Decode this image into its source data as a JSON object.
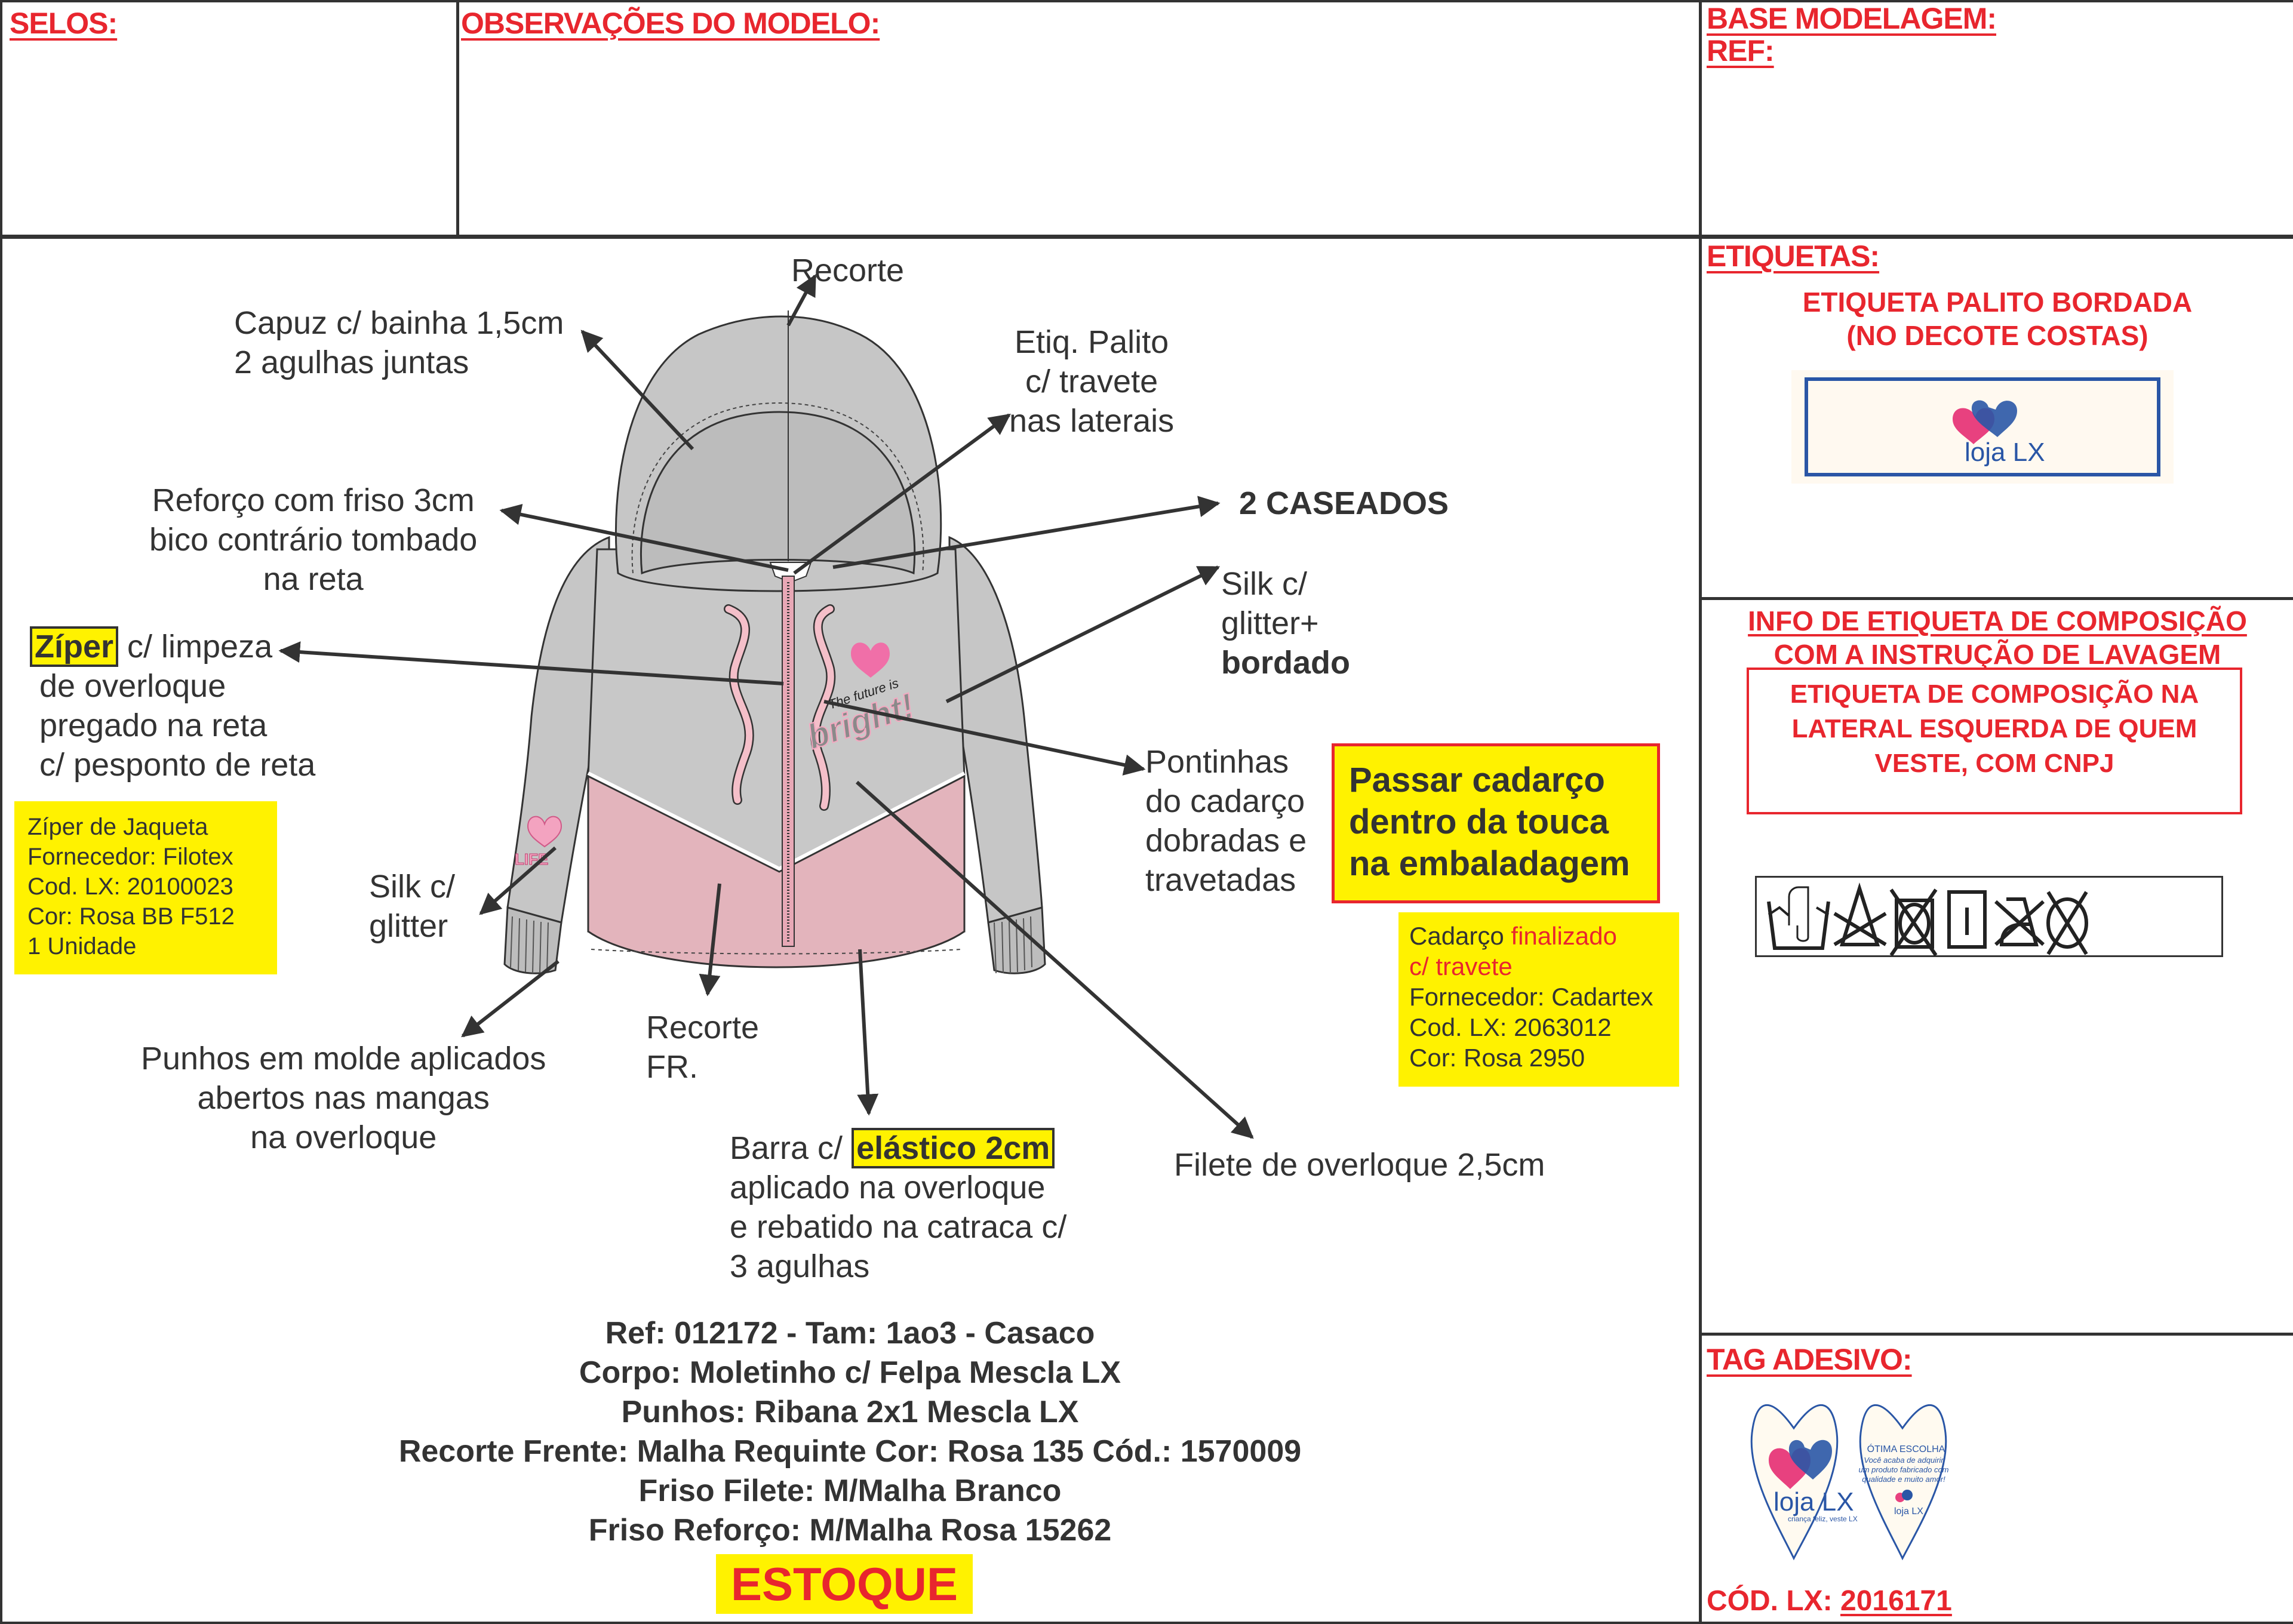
{
  "headers": {
    "selos": "SELOS:",
    "observacoes": "OBSERVAÇÕES DO MODELO:",
    "base_modelagem": "BASE MODELAGEM:",
    "ref": "REF:",
    "etiquetas": "ETIQUETAS:",
    "info_composicao": [
      "INFO DE ETIQUETA DE COMPOSIÇÃO",
      "COM A INSTRUÇÃO DE LAVAGEM"
    ],
    "tag_adesivo": "TAG ADESIVO:"
  },
  "etiquetas": {
    "palito_title": [
      "ETIQUETA PALITO BORDADA",
      "(NO DECOTE COSTAS)"
    ],
    "brand_logo": "loja LX",
    "composicao_box": [
      "ETIQUETA DE COMPOSIÇÃO NA",
      "LATERAL ESQUERDA DE QUEM",
      "VESTE, COM CNPJ"
    ],
    "care_symbols": [
      "hand-wash-icon",
      "no-bleach-icon",
      "no-tumble-dry-icon",
      "line-dry-icon",
      "no-iron-icon",
      "no-dry-clean-icon"
    ]
  },
  "tag_adesivo": {
    "front_logo": "loja LX",
    "front_tagline": "criança feliz, veste LX",
    "back_title": "ÓTIMA ESCOLHA",
    "back_text": [
      "Você acaba de adquirir",
      "um produto fabricado com",
      "qualidade e muito amor!"
    ],
    "cod_label": "CÓD. LX:",
    "cod_value": "2016171"
  },
  "annotations": {
    "recorte_top": "Recorte",
    "capuz": [
      "Capuz c/ bainha 1,5cm",
      "2 agulhas juntas"
    ],
    "etiq_palito": [
      "Etiq. Palito",
      "c/ travete",
      "nas laterais"
    ],
    "reforco": [
      "Reforço com friso 3cm",
      "bico contrário tombado",
      "na reta"
    ],
    "caseados": "2 CASEADOS",
    "silk_bordado": [
      "Silk c/",
      "glitter+",
      "bordado"
    ],
    "ziper_highlight": "Zíper",
    "ziper": [
      " c/ limpeza",
      "de overloque",
      "pregado na reta",
      " c/ pesponto de reta"
    ],
    "pontinhas": [
      "Pontinhas",
      "do cadarço",
      "dobradas e",
      "travetadas"
    ],
    "silk_glitter": [
      "Silk c/",
      "glitter"
    ],
    "punhos": [
      "Punhos em molde aplicados",
      "abertos nas mangas",
      "na overloque"
    ],
    "recorte_fr": [
      "Recorte",
      "FR."
    ],
    "barra_prefix": "Barra c/ ",
    "barra_highlight": "elástico 2cm",
    "barra": [
      "aplicado na overloque",
      "e rebatido na catraca c/",
      "3 agulhas"
    ],
    "filete": "Filete de overloque 2,5cm",
    "garment_print": [
      "The future is",
      "bright!"
    ],
    "sleeve_print": [
      "LOVE",
      "LIFE"
    ]
  },
  "ziper_box": [
    "Zíper de Jaqueta",
    "Fornecedor: Filotex",
    "Cod. LX: 20100023",
    "Cor: Rosa BB F512",
    "1 Unidade"
  ],
  "passar_box": [
    "Passar cadarço",
    "dentro da touca",
    "na embaladagem"
  ],
  "cadarco_box": {
    "line1_black": "Cadarço ",
    "line1_red": "finalizado",
    "line2_red": "c/ travete",
    "rest": [
      "Fornecedor: Cadartex",
      "Cod. LX: 2063012",
      "Cor: Rosa 2950"
    ]
  },
  "spec": [
    "Ref: 012172 - Tam: 1ao3 - Casaco",
    "Corpo: Moletinho c/ Felpa Mescla LX",
    "Punhos: Ribana 2x1 Mescla LX",
    "Recorte Frente: Malha Requinte Cor: Rosa 135 Cód.: 1570009",
    "Friso Filete: M/Malha Branco",
    "Friso Reforço: M/Malha Rosa 15262"
  ],
  "status_badge": "ESTOQUE",
  "colors": {
    "header_red": "#e8262e",
    "highlight_yellow": "#fff200",
    "text_dark": "#333333",
    "garment_gray": "#c8c8c8",
    "garment_pink": "#e3b4bc",
    "drawstring_pink": "#f4bfc9",
    "brand_blue": "#2a56a6",
    "brand_pink": "#e8417f"
  }
}
